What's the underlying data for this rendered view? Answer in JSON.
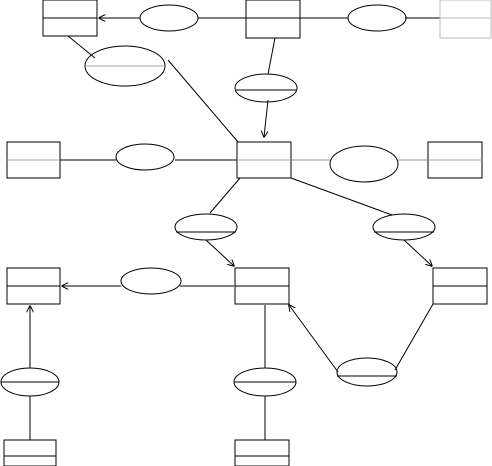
{
  "diagram": {
    "stroke_color": "#000000",
    "secondary_stroke_color": "#aaaaaa",
    "background": "#ffffff",
    "labels_visible": false,
    "entity_boxes": [
      {
        "id": "top-left"
      },
      {
        "id": "top-middle"
      },
      {
        "id": "top-right"
      },
      {
        "id": "middle-left"
      },
      {
        "id": "center"
      },
      {
        "id": "middle-right"
      },
      {
        "id": "lower-left"
      },
      {
        "id": "lower-center"
      },
      {
        "id": "lower-right"
      },
      {
        "id": "bottom-left"
      },
      {
        "id": "bottom-center"
      }
    ],
    "relation_ellipses": [
      {
        "id": "top-a"
      },
      {
        "id": "top-b"
      },
      {
        "id": "upper-left-big"
      },
      {
        "id": "upper-middle"
      },
      {
        "id": "middle-a"
      },
      {
        "id": "middle-b"
      },
      {
        "id": "diag-left"
      },
      {
        "id": "diag-right"
      },
      {
        "id": "lower-a"
      },
      {
        "id": "left-vertical"
      },
      {
        "id": "center-vertical"
      },
      {
        "id": "loop"
      }
    ]
  }
}
